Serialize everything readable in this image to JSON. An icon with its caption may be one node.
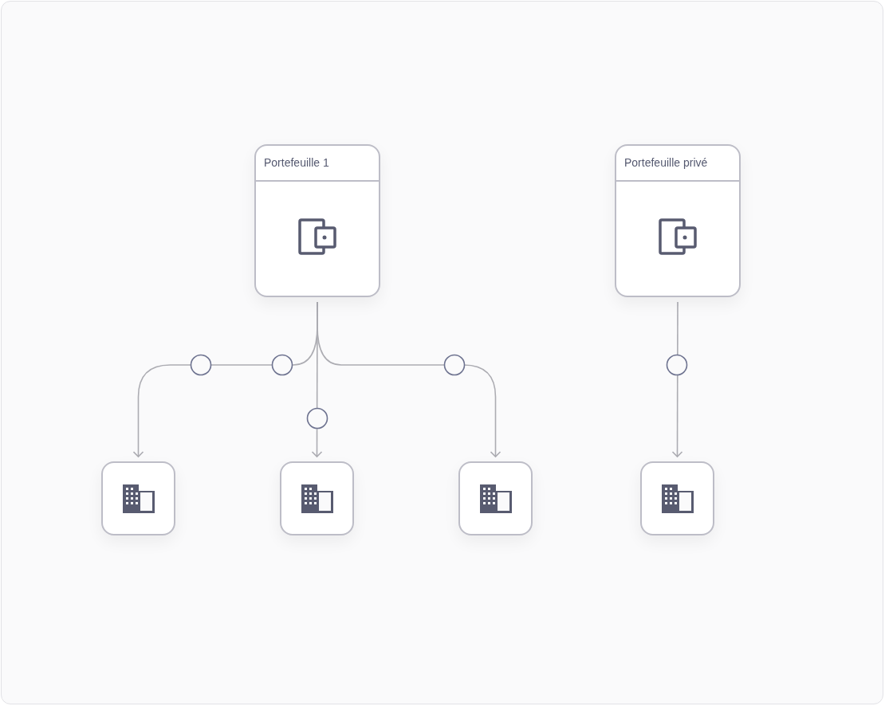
{
  "diagram": {
    "nodes": [
      {
        "text": [
          "Portefeuille 1"
        ]
      },
      {
        "text": [
          "Portefeuille privé"
        ]
      },
      {
        "text": [],
        "shape": "box"
      },
      {
        "text": [],
        "shape": "box"
      },
      {
        "text": [],
        "shape": "box"
      },
      {
        "text": [],
        "shape": "box"
      }
    ],
    "edges": [
      {
        "from": 0,
        "to": 2,
        "arrow": "to"
      },
      {
        "from": 0,
        "to": 3,
        "arrow": "to"
      },
      {
        "from": 0,
        "to": 4,
        "arrow": "to"
      },
      {
        "from": 1,
        "to": 5,
        "arrow": "to"
      }
    ]
  }
}
